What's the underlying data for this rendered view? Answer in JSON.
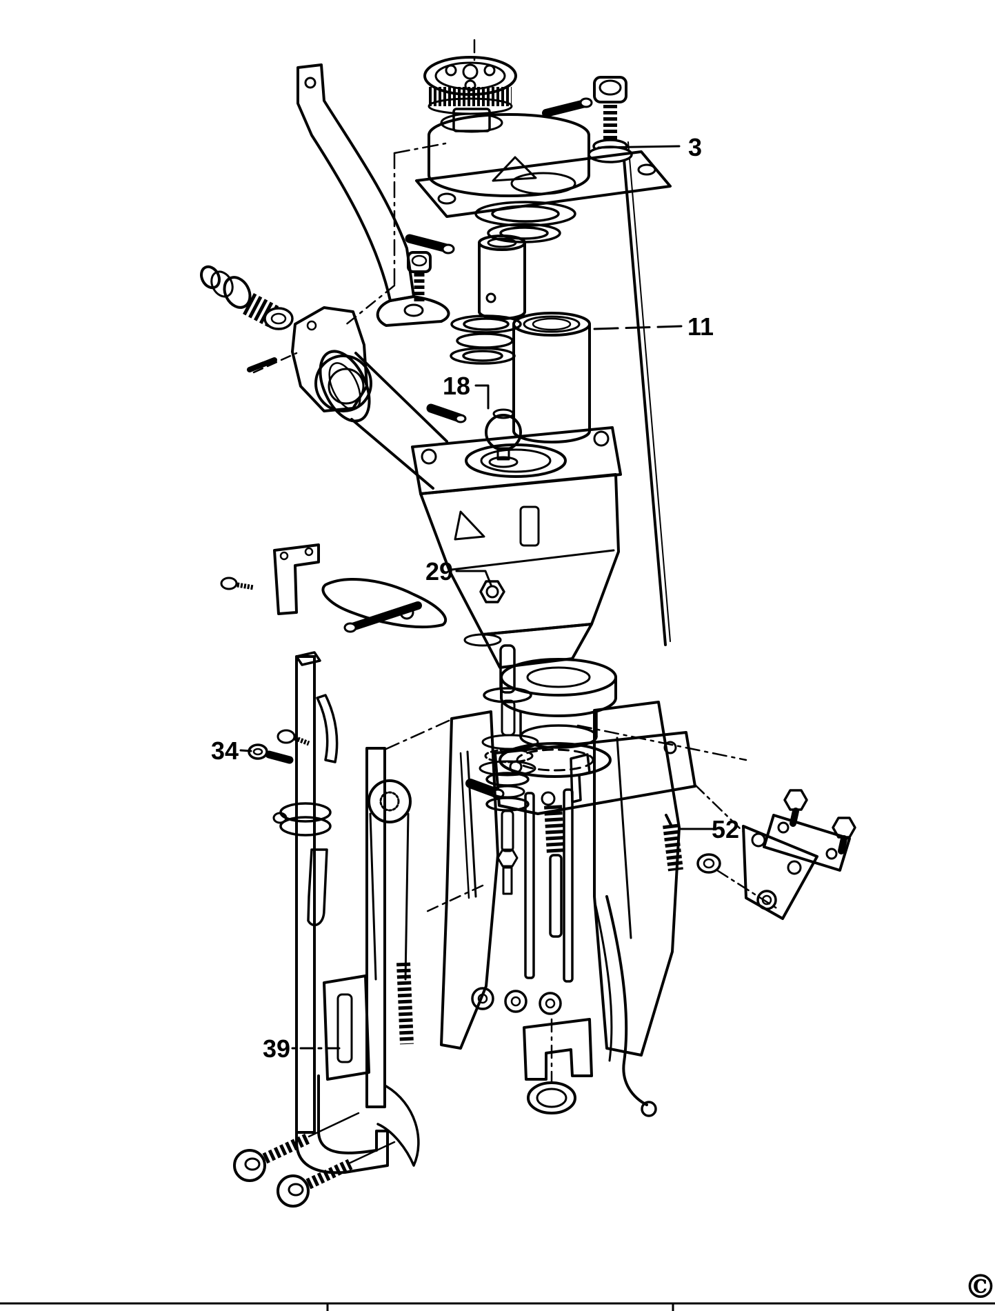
{
  "page": {
    "background_color": "#ffffff",
    "line_color": "#000000"
  },
  "diagram": {
    "type": "exploded-parts-diagram",
    "description": "Black-and-white exploded view parts diagram of a pneumatic fastening tool with numbered callouts",
    "part_labels": [
      {
        "number": "3"
      },
      {
        "number": "11"
      },
      {
        "number": "18"
      },
      {
        "number": "29"
      },
      {
        "number": "34"
      },
      {
        "number": "39"
      },
      {
        "number": "52"
      }
    ]
  },
  "footer": {
    "copyright_symbol": "©"
  }
}
